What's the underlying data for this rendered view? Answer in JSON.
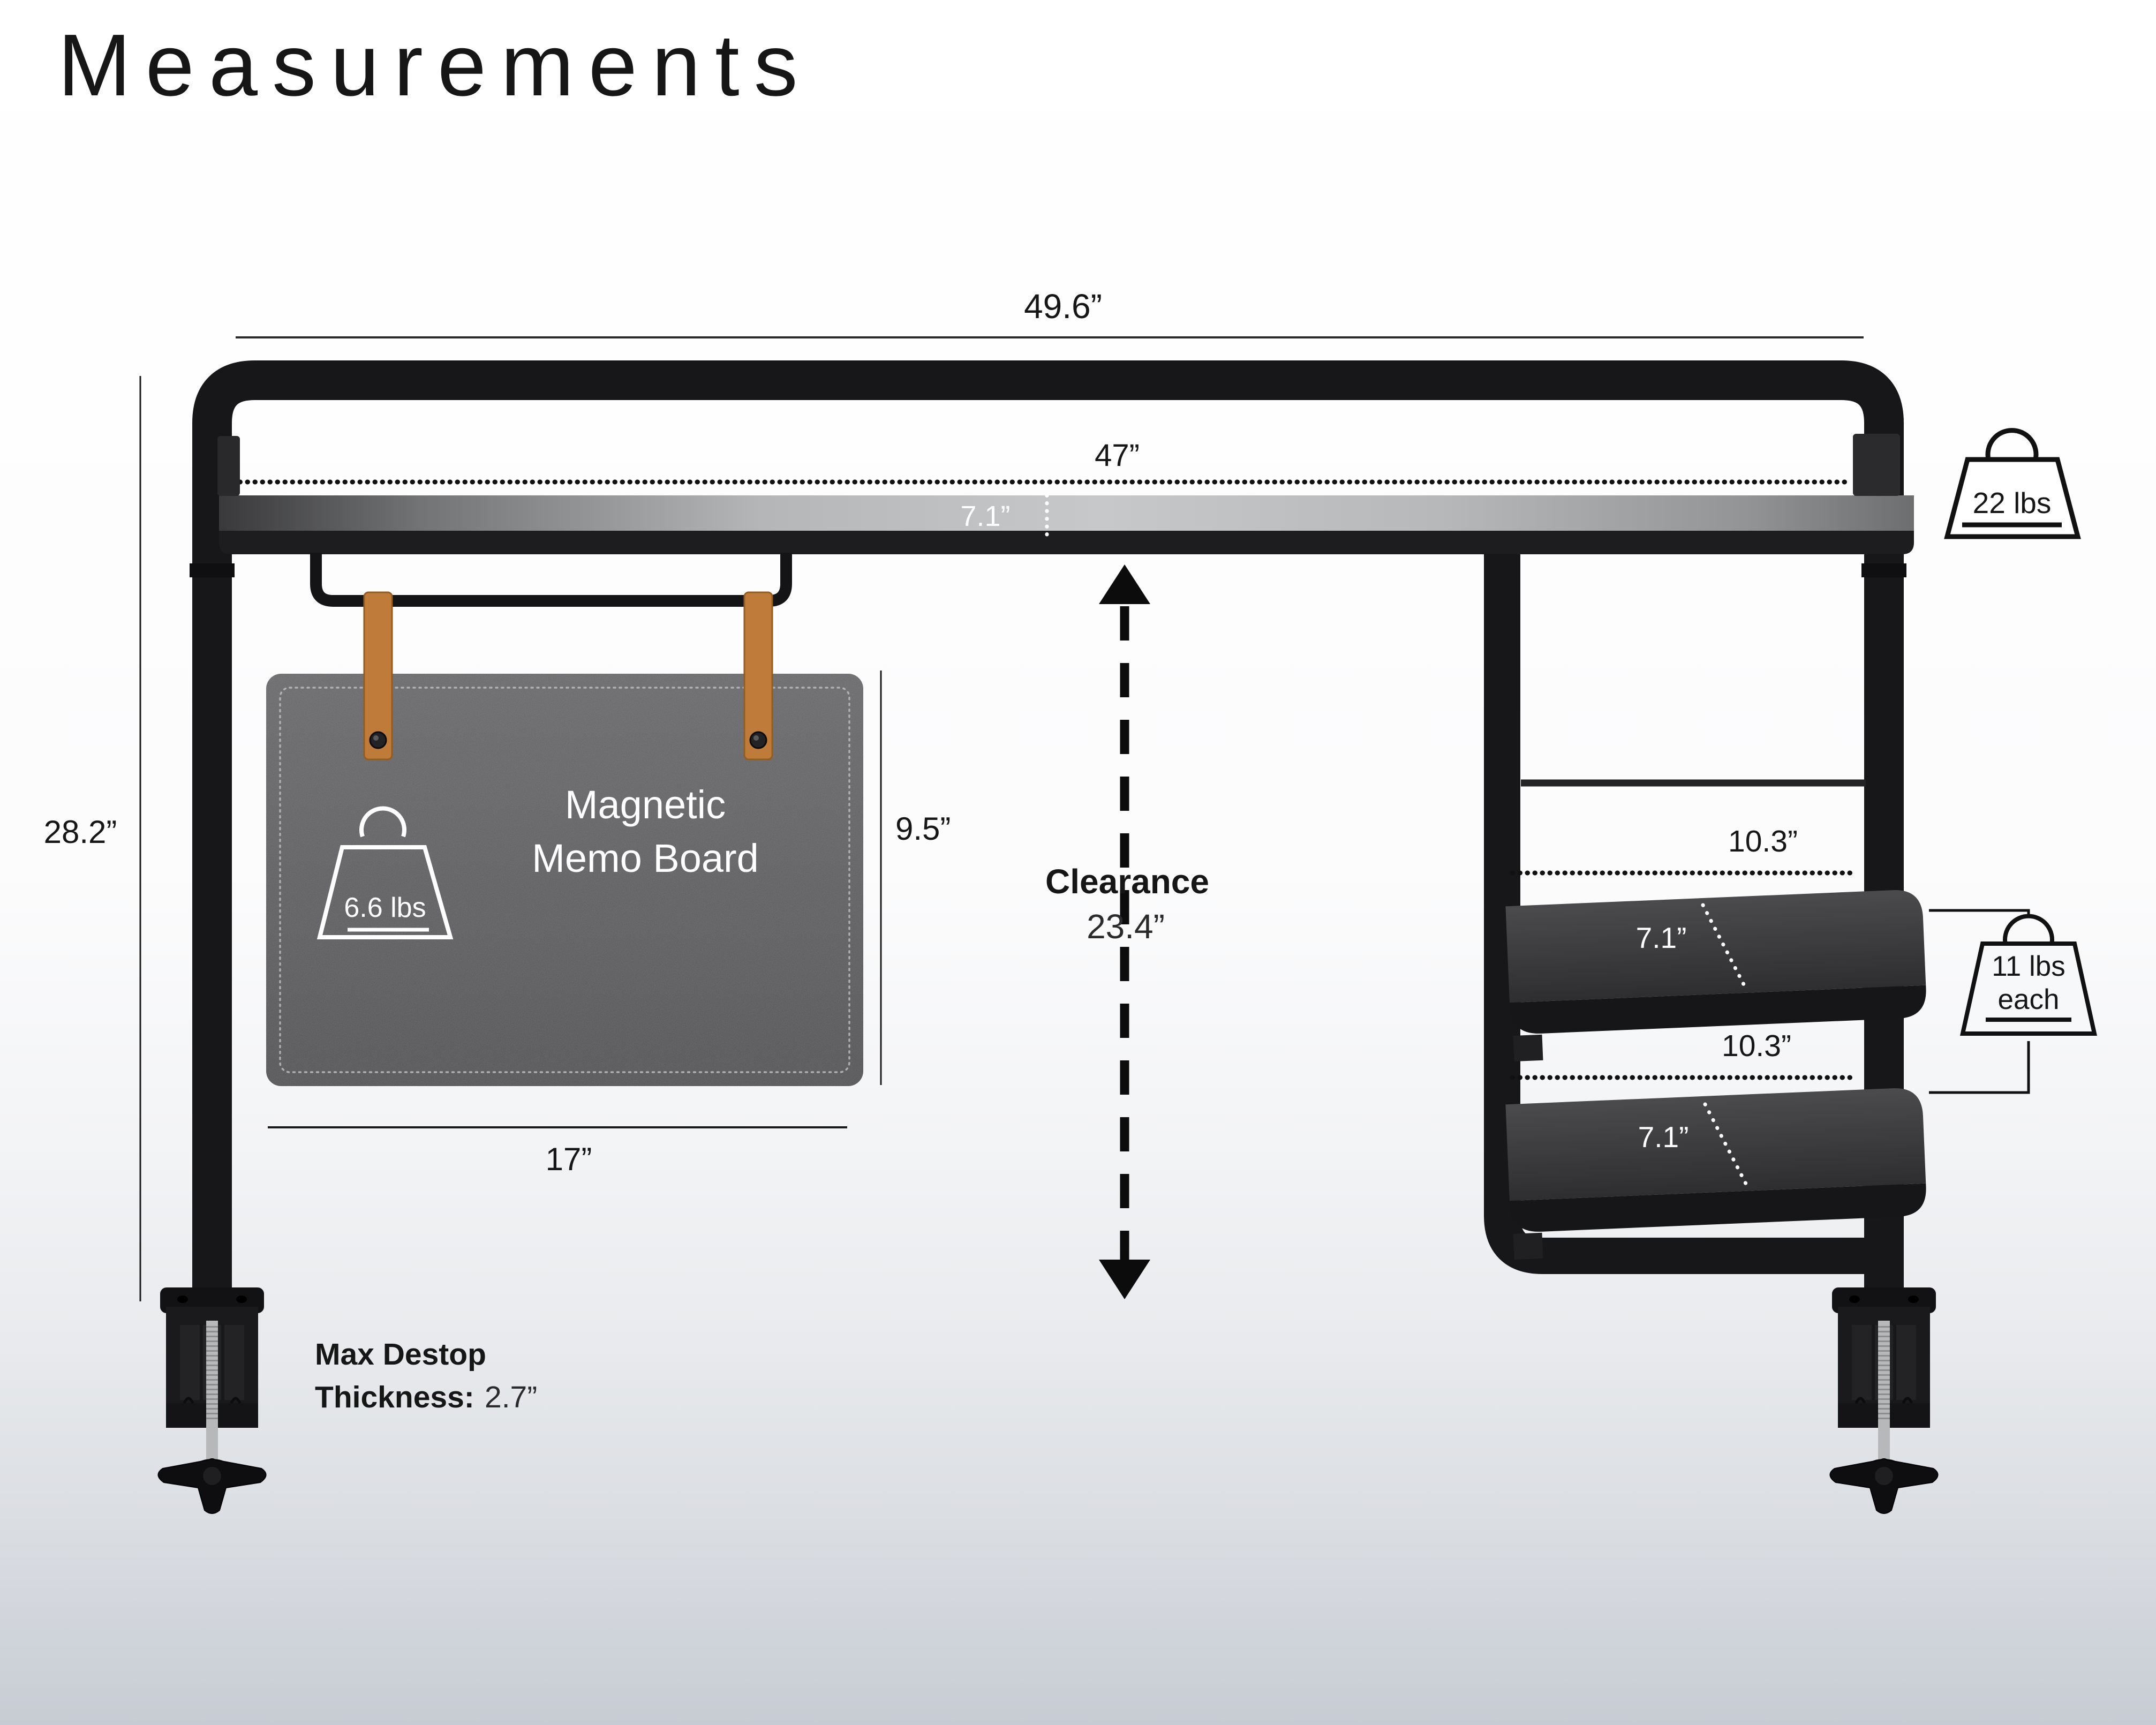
{
  "title": "Measurements",
  "dimensions": {
    "frame_width": "49.6”",
    "desktop_width": "47”",
    "desktop_depth": "7.1”",
    "frame_height": "28.2”",
    "memo_board_height": "9.5”",
    "memo_board_width": "17”",
    "clearance_label": "Clearance",
    "clearance_value": "23.4”",
    "shelf1_width": "10.3”",
    "shelf1_depth": "7.1”",
    "shelf2_width": "10.3”",
    "shelf2_depth": "7.1”"
  },
  "capacities": {
    "desktop": "22 lbs",
    "memo_board": "6.6 lbs",
    "side_shelves_line1": "11 lbs",
    "side_shelves_line2": "each"
  },
  "memo_board": {
    "label_line1": "Magnetic",
    "label_line2": "Memo Board"
  },
  "footnote": {
    "line1": "Max Destop",
    "line2_label": "Thickness:",
    "line2_value": "2.7”"
  },
  "icons": {
    "desktop_capacity": "weight-icon",
    "memo_capacity": "weight-icon",
    "shelf_capacity": "weight-icon"
  },
  "colors": {
    "tube_black": "#17171a",
    "desktop_edge": "#1d1d1f",
    "felt_gray": "#5b5b5e",
    "strap_tan": "#bf7b39",
    "background_bottom": "#c7ccd4",
    "annotation": "#161616"
  }
}
